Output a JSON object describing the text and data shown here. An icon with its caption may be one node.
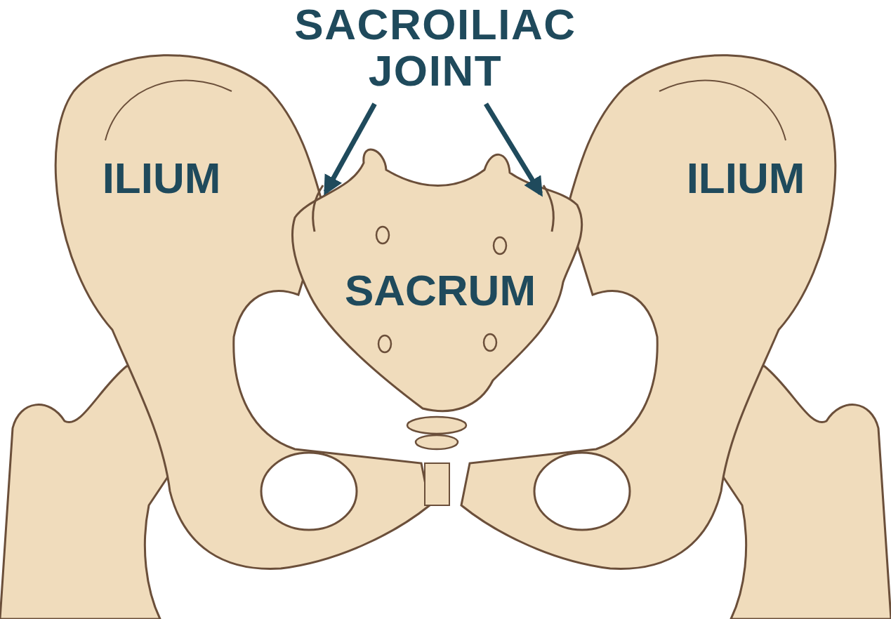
{
  "diagram": {
    "nodes": [
      {
        "text": [
          "SACROILIAC JOINT"
        ]
      },
      {
        "text": [],
        "shape": "picture"
      },
      {
        "text": [],
        "shape": "picture"
      }
    ],
    "edges": [
      {
        "from": 0,
        "to": 1,
        "arrow": "to"
      },
      {
        "from": 0,
        "to": 2,
        "arrow": "to"
      }
    ],
    "labels": [
      "ILIUM",
      "ILIUM",
      "SACRUM"
    ]
  }
}
